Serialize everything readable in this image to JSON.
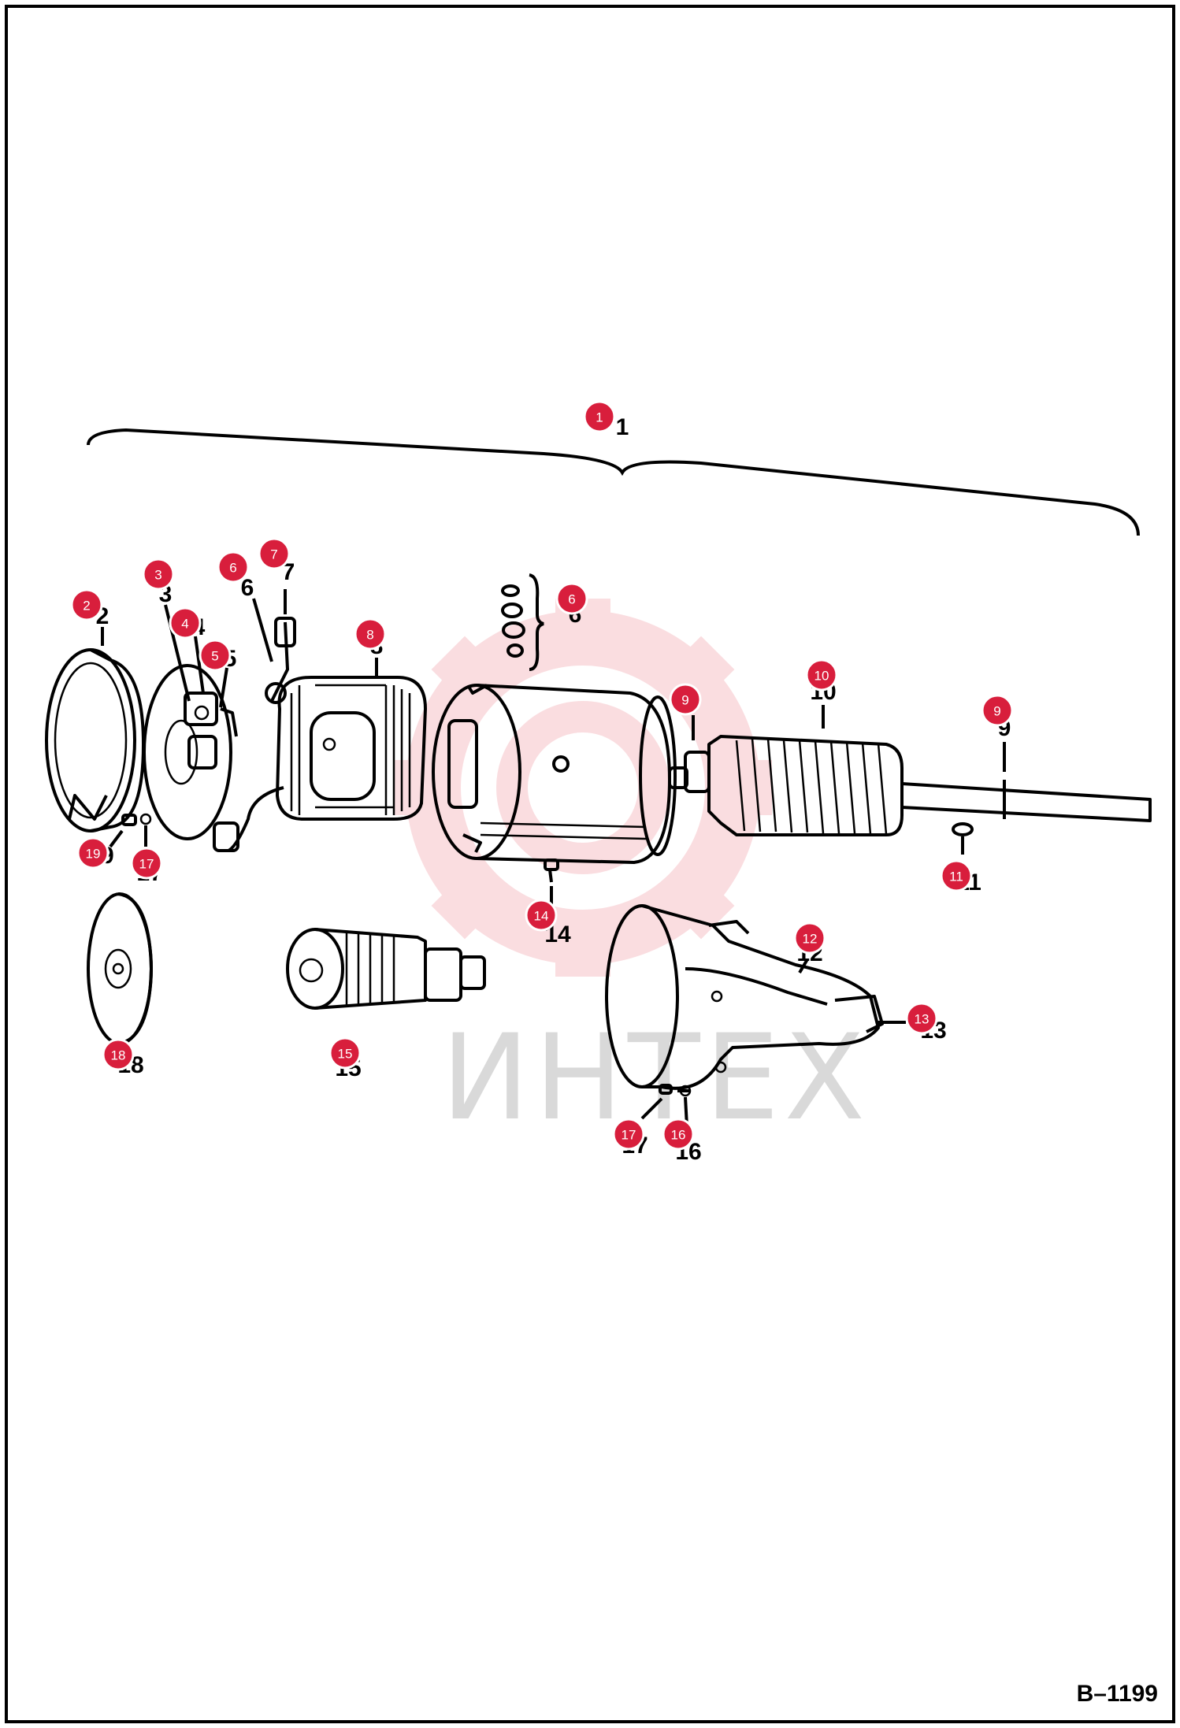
{
  "figure_id": "B–1199",
  "watermark": "ИНТЕХ",
  "colors": {
    "callout": "#d81e3c",
    "watermark_gear": "#f6c3c8",
    "watermark_text": "#d9d9d9",
    "line": "#000000"
  },
  "callouts": [
    {
      "id": "c1",
      "number": "1"
    },
    {
      "id": "c2",
      "number": "2"
    },
    {
      "id": "c3",
      "number": "3"
    },
    {
      "id": "c4",
      "number": "4"
    },
    {
      "id": "c5",
      "number": "5"
    },
    {
      "id": "c6a",
      "number": "6"
    },
    {
      "id": "c6b",
      "number": "6"
    },
    {
      "id": "c7",
      "number": "7"
    },
    {
      "id": "c8",
      "number": "8"
    },
    {
      "id": "c9a",
      "number": "9"
    },
    {
      "id": "c9b",
      "number": "9"
    },
    {
      "id": "c10",
      "number": "10"
    },
    {
      "id": "c11",
      "number": "11"
    },
    {
      "id": "c12",
      "number": "12"
    },
    {
      "id": "c13",
      "number": "13"
    },
    {
      "id": "c14",
      "number": "14"
    },
    {
      "id": "c15",
      "number": "15"
    },
    {
      "id": "c16",
      "number": "16"
    },
    {
      "id": "c17a",
      "number": "17"
    },
    {
      "id": "c17b",
      "number": "17"
    },
    {
      "id": "c18",
      "number": "18"
    },
    {
      "id": "c19",
      "number": "19"
    }
  ],
  "ref_labels": {
    "l1": "1",
    "l2": "2",
    "l3": "3",
    "l4": "4",
    "l5": "5",
    "l6a": "6",
    "l6b": "6",
    "l7": "7",
    "l8": "8",
    "l9a": "9",
    "l9b": "9",
    "l10": "10",
    "l11": "11",
    "l12": "12",
    "l13": "13",
    "l14": "14",
    "l15": "15",
    "l16": "16",
    "l17a": "17",
    "l17b": "17",
    "l18": "18",
    "l19": "19"
  }
}
